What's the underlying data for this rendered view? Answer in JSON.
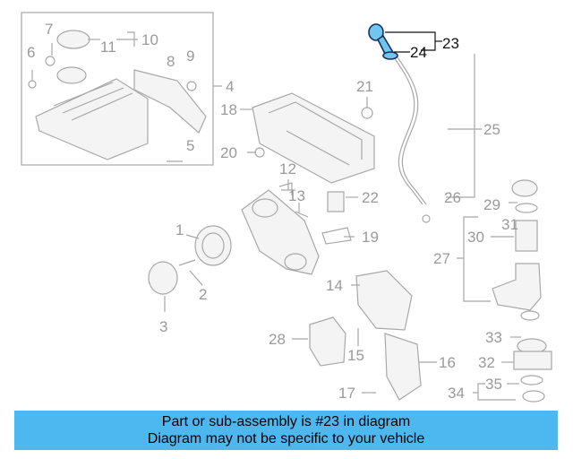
{
  "diagram": {
    "highlight_color": "#6fc6ef",
    "callouts": {
      "c1": "1",
      "c2": "2",
      "c3": "3",
      "c4": "4",
      "c5": "5",
      "c6": "6",
      "c7": "7",
      "c8": "8",
      "c9": "9",
      "c10": "10",
      "c11": "11",
      "c12": "12",
      "c13": "13",
      "c14": "14",
      "c15": "15",
      "c16": "16",
      "c17": "17",
      "c18": "18",
      "c19": "19",
      "c20": "20",
      "c21": "21",
      "c22": "22",
      "c23": "23",
      "c24": "24",
      "c25": "25",
      "c26": "26",
      "c27": "27",
      "c28": "28",
      "c29": "29",
      "c30": "30",
      "c31": "31",
      "c32": "32",
      "c33": "33",
      "c34": "34",
      "c35": "35"
    }
  },
  "banner": {
    "background": "#4db8f0",
    "line1": "Part or sub-assembly is #23 in diagram",
    "line2": "Diagram may not be specific to your vehicle"
  }
}
